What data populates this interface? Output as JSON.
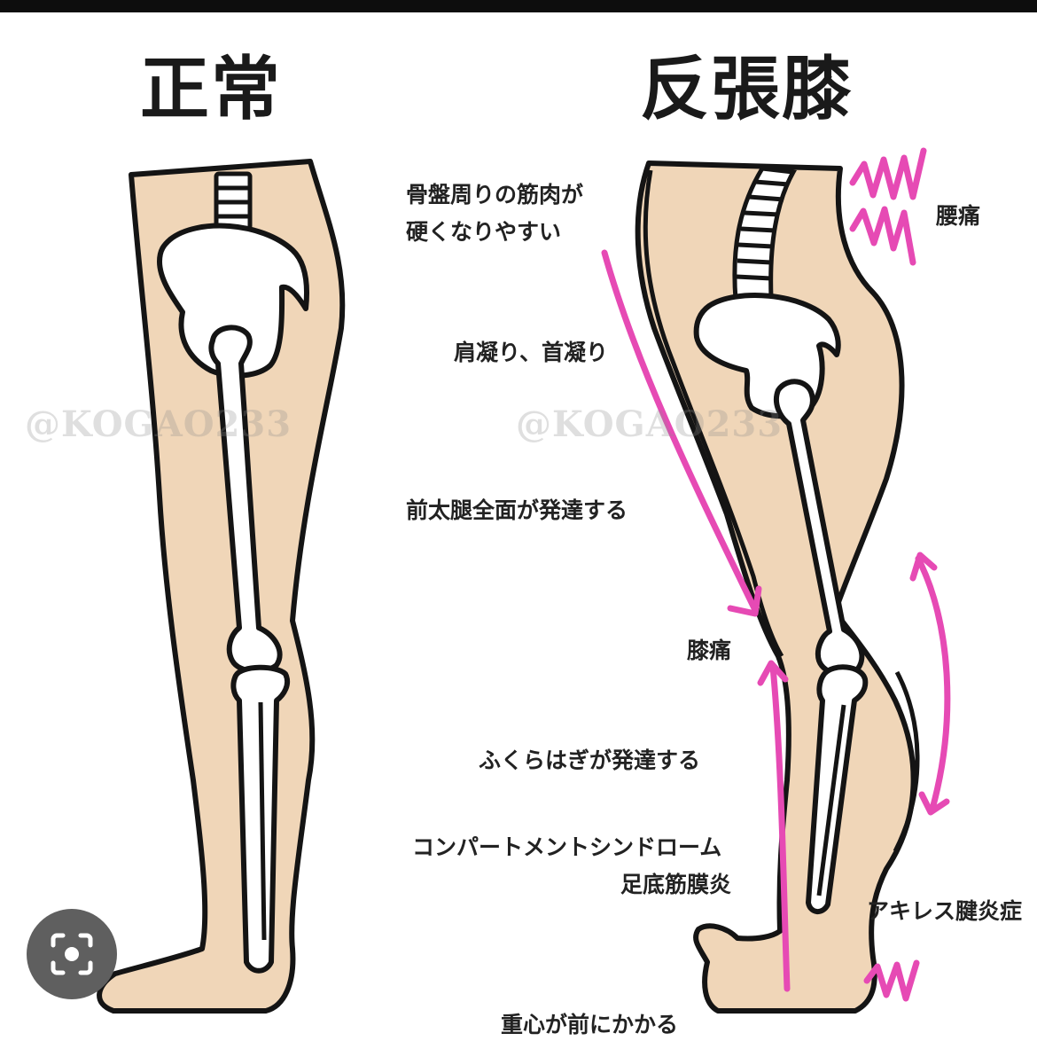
{
  "titles": {
    "normal": "正常",
    "hyperextension": "反張膝"
  },
  "watermark": "@KOGAO233",
  "labels": {
    "pelvis_1": "骨盤周りの筋肉が",
    "pelvis_2": "硬くなりやすい",
    "shoulder": "肩凝り、首凝り",
    "thigh": "前太腿全面が発達する",
    "knee_pain": "膝痛",
    "calf": "ふくらはぎが発達する",
    "compartment": "コンパートメントシンドローム",
    "plantar": "足底筋膜炎",
    "achilles": "アキレス腱炎症",
    "back_pain": "腰痛",
    "bottom_cut": "重心が前にかかる"
  },
  "icons": {
    "lens": "lens-search-icon"
  },
  "colors": {
    "skin": "#F0D6B8",
    "accent": "#E64AB4",
    "outline": "#141414"
  }
}
